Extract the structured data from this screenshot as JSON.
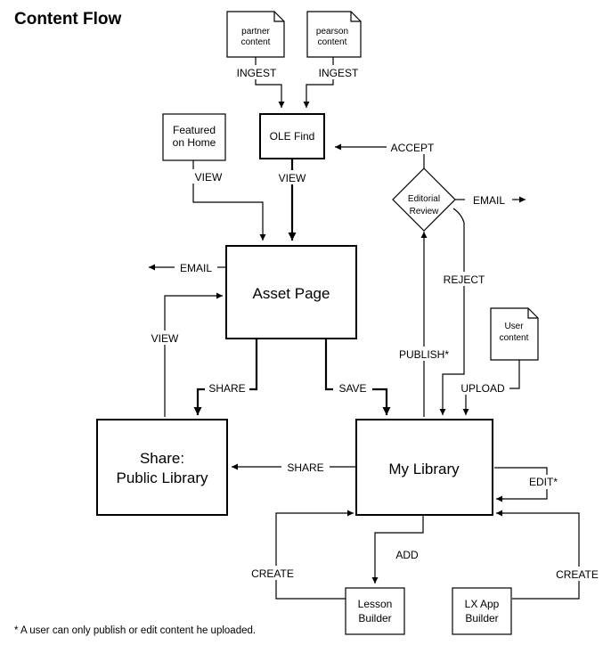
{
  "title": "Content Flow",
  "nodes": {
    "partner_content": [
      "partner",
      "content"
    ],
    "pearson_content": [
      "pearson",
      "content"
    ],
    "ole_find": "OLE Find",
    "featured_on_home": [
      "Featured",
      "on Home"
    ],
    "editorial_review": [
      "Editorial",
      "Review"
    ],
    "asset_page": "Asset Page",
    "user_content": [
      "User",
      "content"
    ],
    "share_public_library": [
      "Share:",
      "Public Library"
    ],
    "my_library": "My Library",
    "lesson_builder": [
      "Lesson",
      "Builder"
    ],
    "lx_app_builder": [
      "LX App",
      "Builder"
    ]
  },
  "edges": {
    "ingest_partner": "INGEST",
    "ingest_pearson": "INGEST",
    "accept": "ACCEPT",
    "view_featured": "VIEW",
    "view_ole": "VIEW",
    "email_review": "EMAIL",
    "email_asset": "EMAIL",
    "reject": "REJECT",
    "view_share": "VIEW",
    "publish": "PUBLISH*",
    "share_asset": "SHARE",
    "save": "SAVE",
    "upload": "UPLOAD",
    "share_library": "SHARE",
    "edit": "EDIT*",
    "add": "ADD",
    "create_lesson": "CREATE",
    "create_lx": "CREATE"
  },
  "footnote": "* A user can only publish or edit content he uploaded."
}
